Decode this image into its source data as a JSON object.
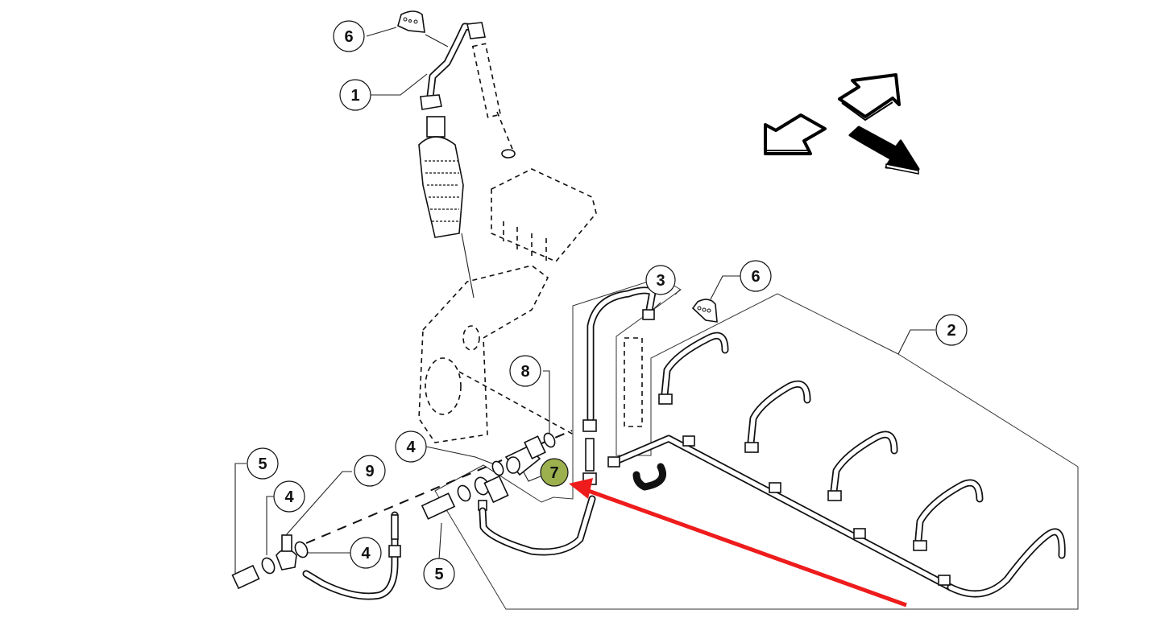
{
  "diagram": {
    "type": "exploded parts diagram",
    "subject": "fuel injection lines and leak-off return pipes",
    "highlight_color": "#9cb04e",
    "arrow_color": "#ee1c1c",
    "callouts": [
      {
        "id": "c6a",
        "label": "6"
      },
      {
        "id": "c1",
        "label": "1"
      },
      {
        "id": "c3",
        "label": "3"
      },
      {
        "id": "c6b",
        "label": "6"
      },
      {
        "id": "c2",
        "label": "2"
      },
      {
        "id": "c8",
        "label": "8"
      },
      {
        "id": "c4a",
        "label": "4"
      },
      {
        "id": "c7",
        "label": "7",
        "highlighted": true
      },
      {
        "id": "c5a",
        "label": "5"
      },
      {
        "id": "c4b",
        "label": "4"
      },
      {
        "id": "c9",
        "label": "9"
      },
      {
        "id": "c4c",
        "label": "4"
      },
      {
        "id": "c5b",
        "label": "5"
      }
    ],
    "orientation_arrows": [
      {
        "name": "up-right-arrow",
        "style": "outline"
      },
      {
        "name": "down-left-arrow",
        "style": "outline"
      },
      {
        "name": "down-right-arrow",
        "style": "solid"
      }
    ],
    "pointer": {
      "target_callout": "7",
      "description": "red arrow pointing to item 7"
    }
  }
}
